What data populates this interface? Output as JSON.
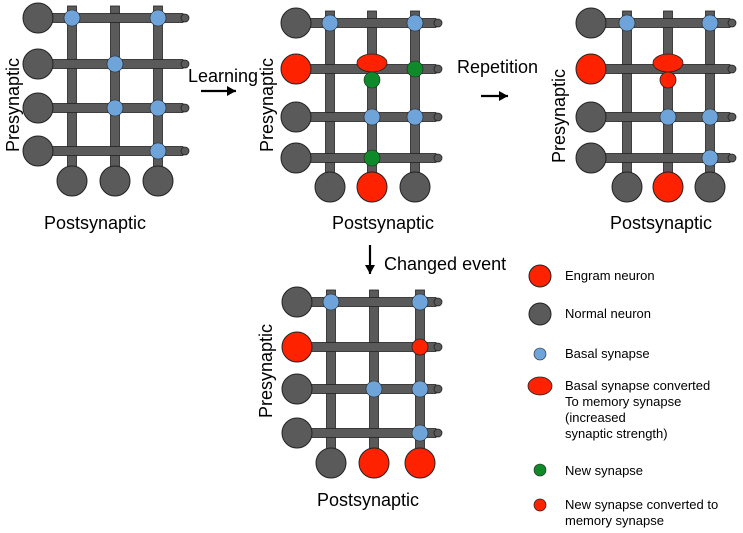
{
  "colors": {
    "engram": "#ff2200",
    "normal": "#5a5a5a",
    "line": "#5a5a5a",
    "basal": "#6fa4da",
    "new": "#0f8a2a",
    "outline": "#222222"
  },
  "labels": {
    "presynaptic": "Presynaptic",
    "postsynaptic": "Postsynaptic",
    "learning": "Learning",
    "repetition": "Repetition",
    "changed_event": "Changed event"
  },
  "panels": [
    {
      "id": "initial",
      "pre": [
        "normal",
        "normal",
        "normal",
        "normal"
      ],
      "post": [
        "normal",
        "normal",
        "normal"
      ],
      "synapses": [
        {
          "row": 0,
          "col": 0,
          "kind": "basal"
        },
        {
          "row": 0,
          "col": 2,
          "kind": "basal"
        },
        {
          "row": 1,
          "col": 1,
          "kind": "basal"
        },
        {
          "row": 2,
          "col": 1,
          "kind": "basal"
        },
        {
          "row": 2,
          "col": 2,
          "kind": "basal"
        },
        {
          "row": 3,
          "col": 2,
          "kind": "basal"
        }
      ]
    },
    {
      "id": "after-learning",
      "pre": [
        "normal",
        "engram",
        "normal",
        "normal"
      ],
      "post": [
        "normal",
        "engram",
        "normal"
      ],
      "synapses": [
        {
          "row": 0,
          "col": 0,
          "kind": "basal"
        },
        {
          "row": 0,
          "col": 2,
          "kind": "basal"
        },
        {
          "row": 1,
          "col": 1,
          "kind": "memory"
        },
        {
          "row": 1,
          "col": 1,
          "kind": "new",
          "offset": 1
        },
        {
          "row": 1,
          "col": 2,
          "kind": "new"
        },
        {
          "row": 2,
          "col": 1,
          "kind": "basal"
        },
        {
          "row": 2,
          "col": 2,
          "kind": "basal"
        },
        {
          "row": 3,
          "col": 1,
          "kind": "new"
        }
      ]
    },
    {
      "id": "after-repetition",
      "pre": [
        "normal",
        "engram",
        "normal",
        "normal"
      ],
      "post": [
        "normal",
        "engram",
        "normal"
      ],
      "synapses": [
        {
          "row": 0,
          "col": 0,
          "kind": "basal"
        },
        {
          "row": 0,
          "col": 2,
          "kind": "basal"
        },
        {
          "row": 1,
          "col": 1,
          "kind": "memory"
        },
        {
          "row": 1,
          "col": 1,
          "kind": "new-memory",
          "offset": 1
        },
        {
          "row": 2,
          "col": 1,
          "kind": "basal"
        },
        {
          "row": 2,
          "col": 2,
          "kind": "basal"
        },
        {
          "row": 3,
          "col": 2,
          "kind": "basal"
        }
      ]
    },
    {
      "id": "after-changed-event",
      "pre": [
        "normal",
        "engram",
        "normal",
        "normal"
      ],
      "post": [
        "normal",
        "engram",
        "engram"
      ],
      "synapses": [
        {
          "row": 0,
          "col": 0,
          "kind": "basal"
        },
        {
          "row": 0,
          "col": 2,
          "kind": "basal"
        },
        {
          "row": 1,
          "col": 2,
          "kind": "new-memory"
        },
        {
          "row": 2,
          "col": 1,
          "kind": "basal"
        },
        {
          "row": 2,
          "col": 2,
          "kind": "basal"
        },
        {
          "row": 3,
          "col": 2,
          "kind": "basal"
        }
      ]
    }
  ],
  "legend": [
    {
      "kind": "engram",
      "icon": "engram-neuron-icon",
      "text": "Engram neuron"
    },
    {
      "kind": "normal",
      "icon": "normal-neuron-icon",
      "text": "Normal neuron"
    },
    {
      "kind": "basal",
      "icon": "basal-synapse-icon",
      "text": "Basal synapse"
    },
    {
      "kind": "memory",
      "icon": "memory-synapse-icon",
      "text": "Basal synapse converted\nTo memory synapse\n(increased\nsynaptic strength)"
    },
    {
      "kind": "new",
      "icon": "new-synapse-icon",
      "text": "New synapse"
    },
    {
      "kind": "new-memory",
      "icon": "new-memory-synapse-icon",
      "text": "New synapse converted to\nmemory synapse"
    }
  ]
}
